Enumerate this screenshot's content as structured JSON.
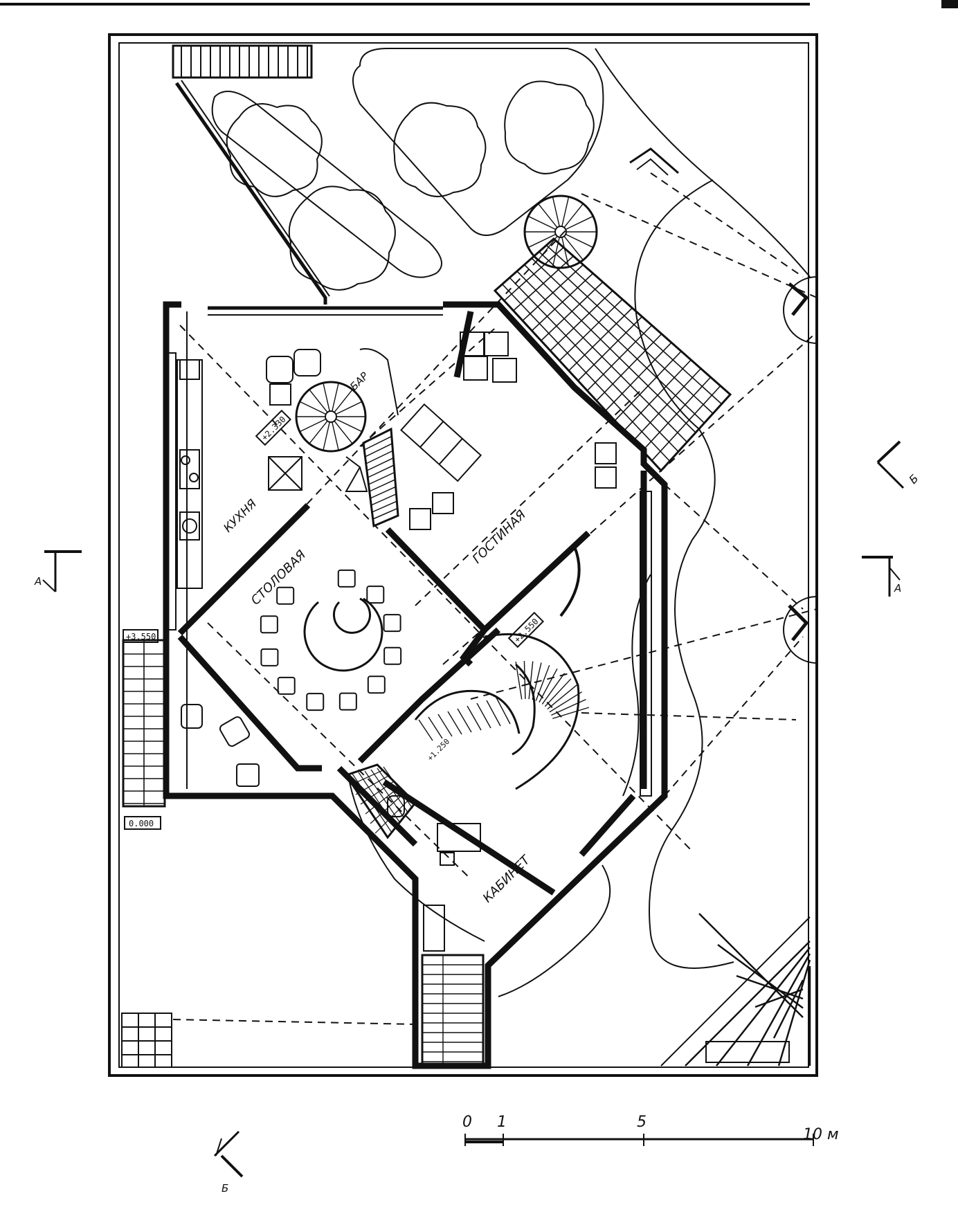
{
  "rooms": {
    "kitchen": "КУХНЯ",
    "bar": "БАР",
    "dining": "СТОЛОВАЯ",
    "living": "ГОСТИНАЯ",
    "study": "КАБИНЕТ"
  },
  "levels": {
    "upper_left": "+3.550",
    "ground": "0.000",
    "spiral_stair": "+2.330",
    "main_stair": "+2.550",
    "lower_stair": "+1.250"
  },
  "section_marks": {
    "a_left": "А",
    "a_right": "А",
    "b_right": "Б",
    "b_bottom": "Б"
  },
  "scale_bar": {
    "labels": [
      "0",
      "1",
      "5",
      "10 м"
    ]
  }
}
